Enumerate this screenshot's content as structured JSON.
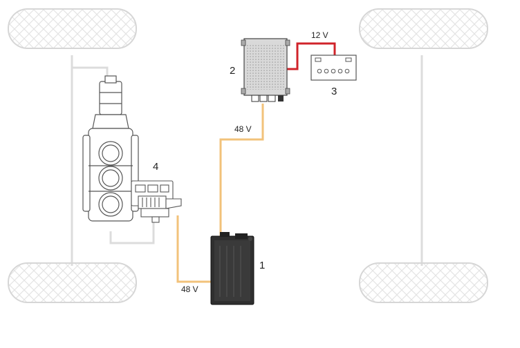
{
  "labels": {
    "battery": "1",
    "dcdc": "2",
    "battery12v": "3",
    "motor_generator": "4"
  },
  "voltages": {
    "low": "12 V",
    "high_upper": "48 V",
    "high_lower": "48 V"
  },
  "colors": {
    "cable_48v": "#f2c27a",
    "cable_12v": "#d0232a",
    "chassis": "#d9d9d9",
    "component_dark": "#333333",
    "battery_body": "#2f2f2f"
  }
}
